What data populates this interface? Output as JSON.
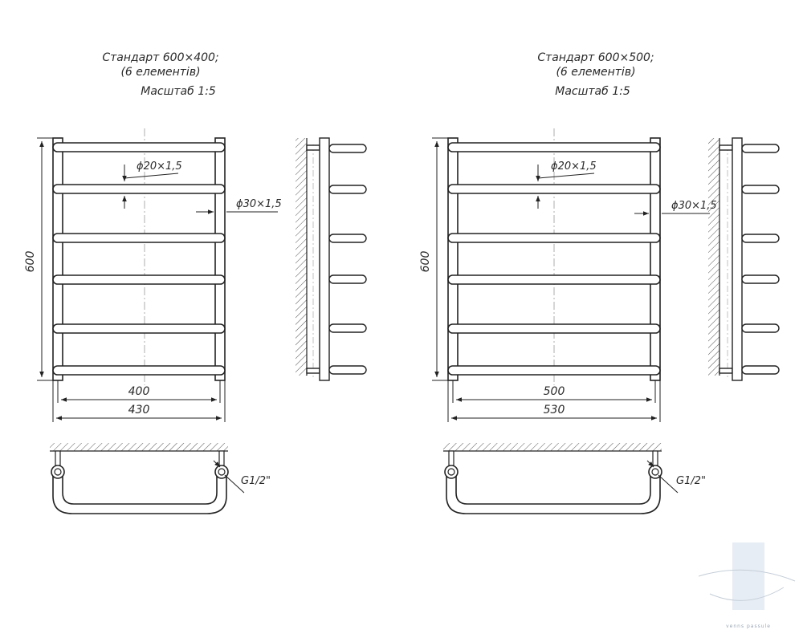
{
  "drawings": [
    {
      "title_line1": "Стандарт 600×400;",
      "title_line2": "(6 елементів)",
      "scale": "Масштаб 1:5",
      "dim_height": "600",
      "dim_inner_width": "400",
      "dim_outer_width": "430",
      "dim_bar": "ϕ20×1,5",
      "dim_rail": "ϕ30×1,5",
      "thread": "G1/2\""
    },
    {
      "title_line1": "Стандарт 600×500;",
      "title_line2": "(6 елементів)",
      "scale": "Масштаб 1:5",
      "dim_height": "600",
      "dim_inner_width": "500",
      "dim_outer_width": "530",
      "dim_bar": "ϕ20×1,5",
      "dim_rail": "ϕ30×1,5",
      "thread": "G1/2\""
    }
  ],
  "watermark": "venns passule"
}
